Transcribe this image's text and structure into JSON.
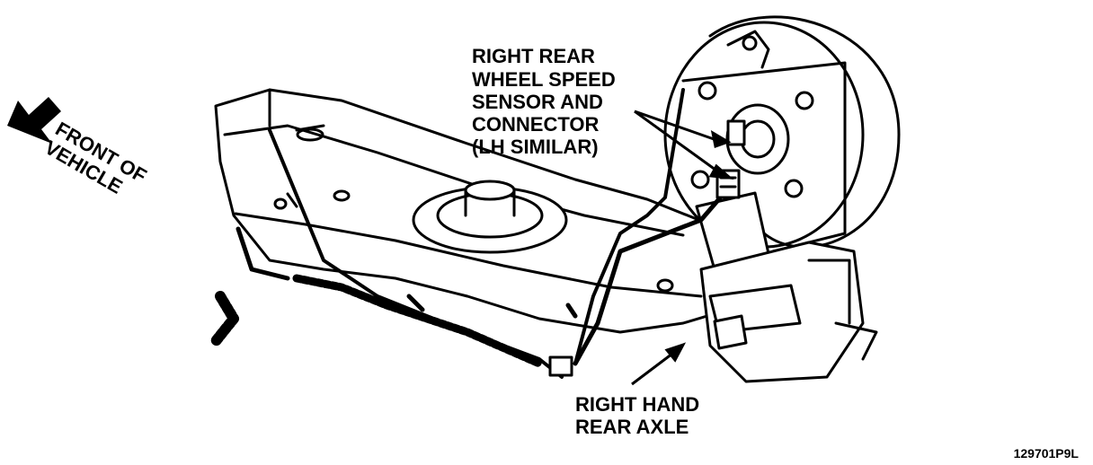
{
  "diagram": {
    "front_label": [
      "FRONT OF",
      "VEHICLE"
    ],
    "sensor_label": [
      "RIGHT REAR",
      "WHEEL SPEED",
      "SENSOR AND",
      "CONNECTOR",
      "(LH SIMILAR)"
    ],
    "axle_label": [
      "RIGHT HAND",
      "REAR AXLE"
    ],
    "figure_id": "129701P9L"
  }
}
